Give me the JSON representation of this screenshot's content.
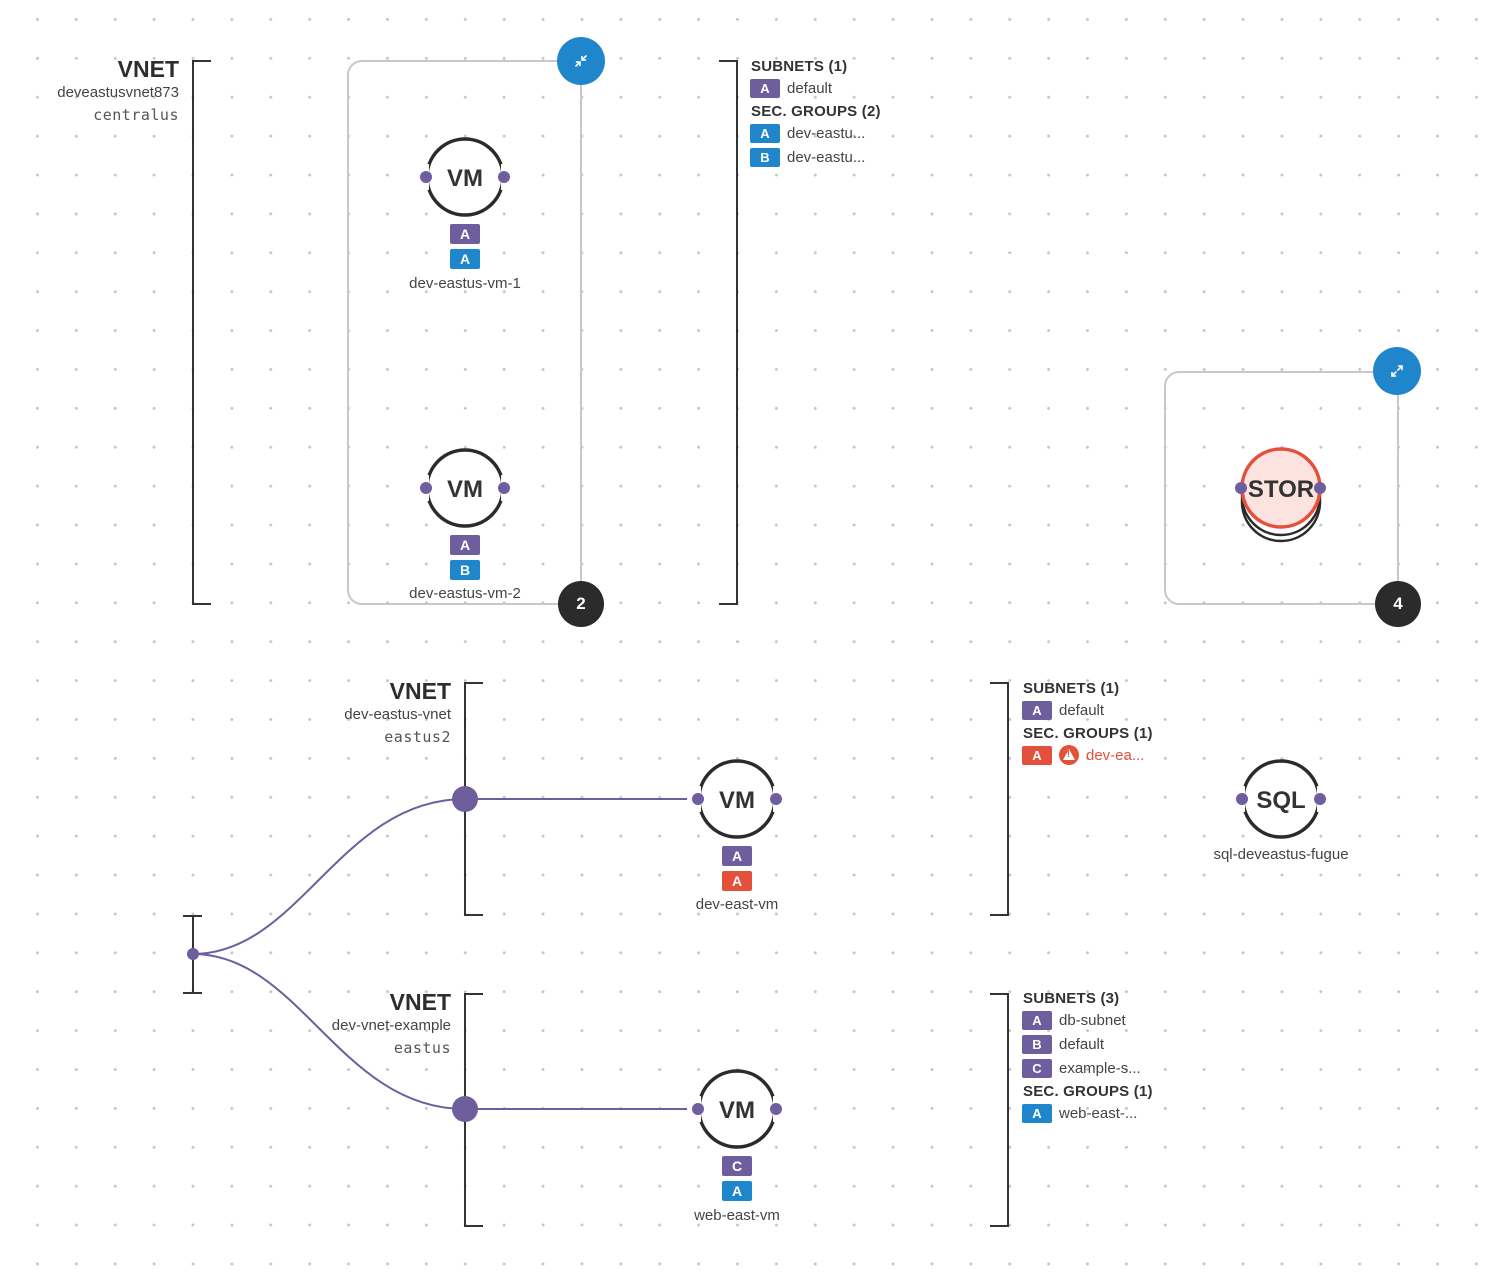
{
  "colors": {
    "purple": "#6f5e9d",
    "blue": "#1f86cc",
    "red": "#e4513b",
    "dark": "#2b2b2b",
    "storage_fill": "#fde3df"
  },
  "vnet_top": {
    "title": "VNET",
    "name": "deveastusvnet873",
    "region": "centralus",
    "group": {
      "toggle_icon": "collapse-arrows-icon",
      "count": "2",
      "vms": [
        {
          "label": "VM",
          "name": "dev-eastus-vm-1",
          "badges": [
            {
              "letter": "A",
              "color": "purple"
            },
            {
              "letter": "A",
              "color": "blue"
            }
          ]
        },
        {
          "label": "VM",
          "name": "dev-eastus-vm-2",
          "badges": [
            {
              "letter": "A",
              "color": "purple"
            },
            {
              "letter": "B",
              "color": "blue"
            }
          ]
        }
      ]
    },
    "panel": {
      "subnets_title": "SUBNETS (1)",
      "subnets": [
        {
          "letter": "A",
          "text": "default"
        }
      ],
      "secgroups_title": "SEC. GROUPS (2)",
      "secgroups": [
        {
          "letter": "A",
          "text": "dev-eastu..."
        },
        {
          "letter": "B",
          "text": "dev-eastu..."
        }
      ]
    }
  },
  "storage_group": {
    "toggle_icon": "expand-arrows-icon",
    "label": "STOR",
    "count": "4"
  },
  "vnet_middle": {
    "title": "VNET",
    "name": "dev-eastus-vnet",
    "region": "eastus2",
    "vm": {
      "label": "VM",
      "name": "dev-east-vm",
      "badges": [
        {
          "letter": "A",
          "color": "purple"
        },
        {
          "letter": "A",
          "color": "red"
        }
      ]
    },
    "panel": {
      "subnets_title": "SUBNETS (1)",
      "subnets": [
        {
          "letter": "A",
          "text": "default"
        }
      ],
      "secgroups_title": "SEC. GROUPS (1)",
      "secgroups": [
        {
          "letter": "A",
          "text": "dev-ea...",
          "warning": true
        }
      ]
    }
  },
  "sql": {
    "label": "SQL",
    "name": "sql-deveastus-fugue"
  },
  "vnet_bottom": {
    "title": "VNET",
    "name": "dev-vnet-example",
    "region": "eastus",
    "vm": {
      "label": "VM",
      "name": "web-east-vm",
      "badges": [
        {
          "letter": "C",
          "color": "purple"
        },
        {
          "letter": "A",
          "color": "blue"
        }
      ]
    },
    "panel": {
      "subnets_title": "SUBNETS (3)",
      "subnets": [
        {
          "letter": "A",
          "text": "db-subnet"
        },
        {
          "letter": "B",
          "text": "default"
        },
        {
          "letter": "C",
          "text": "example-s..."
        }
      ],
      "secgroups_title": "SEC. GROUPS (1)",
      "secgroups": [
        {
          "letter": "A",
          "text": "web-east-..."
        }
      ]
    }
  }
}
